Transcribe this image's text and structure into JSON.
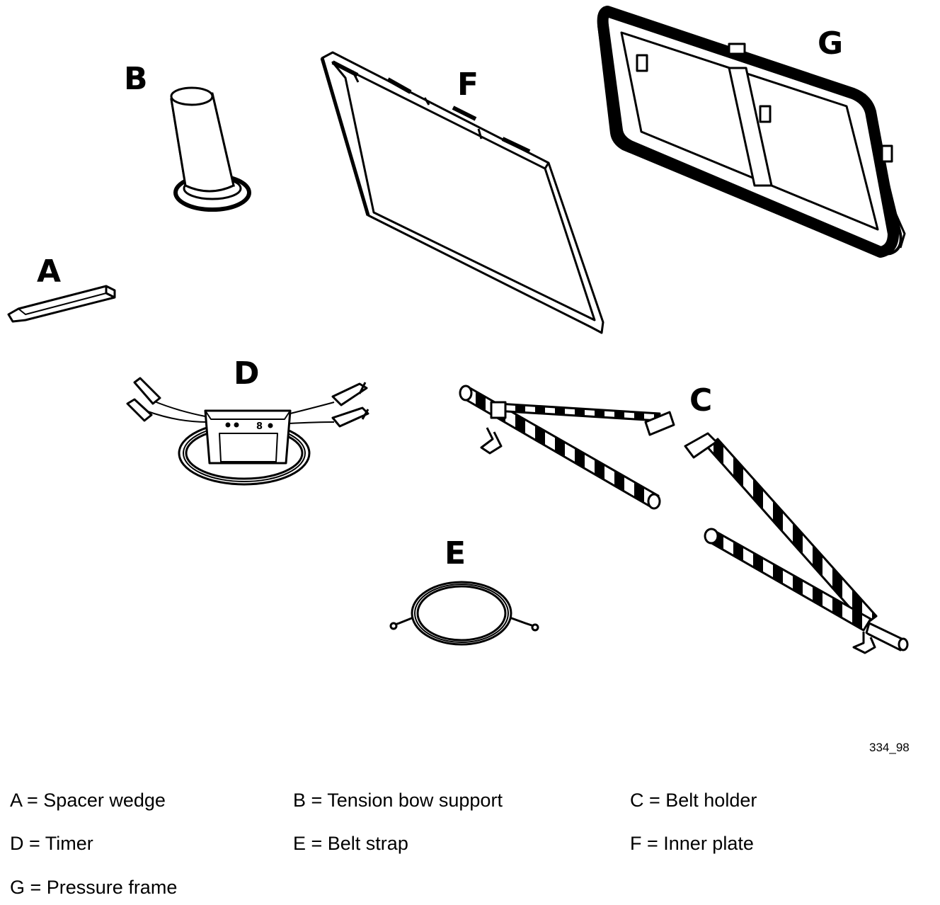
{
  "figure_id": "334_98",
  "parts": {
    "A": {
      "letter": "A"
    },
    "B": {
      "letter": "B"
    },
    "C": {
      "letter": "C"
    },
    "D": {
      "letter": "D"
    },
    "E": {
      "letter": "E"
    },
    "F": {
      "letter": "F"
    },
    "G": {
      "letter": "G"
    }
  },
  "legend": [
    {
      "text": "A = Spacer wedge"
    },
    {
      "text": "B = Tension bow support"
    },
    {
      "text": "C = Belt holder"
    },
    {
      "text": "D = Timer"
    },
    {
      "text": "E = Belt strap"
    },
    {
      "text": "F = Inner plate"
    },
    {
      "text": "G = Pressure frame"
    }
  ]
}
